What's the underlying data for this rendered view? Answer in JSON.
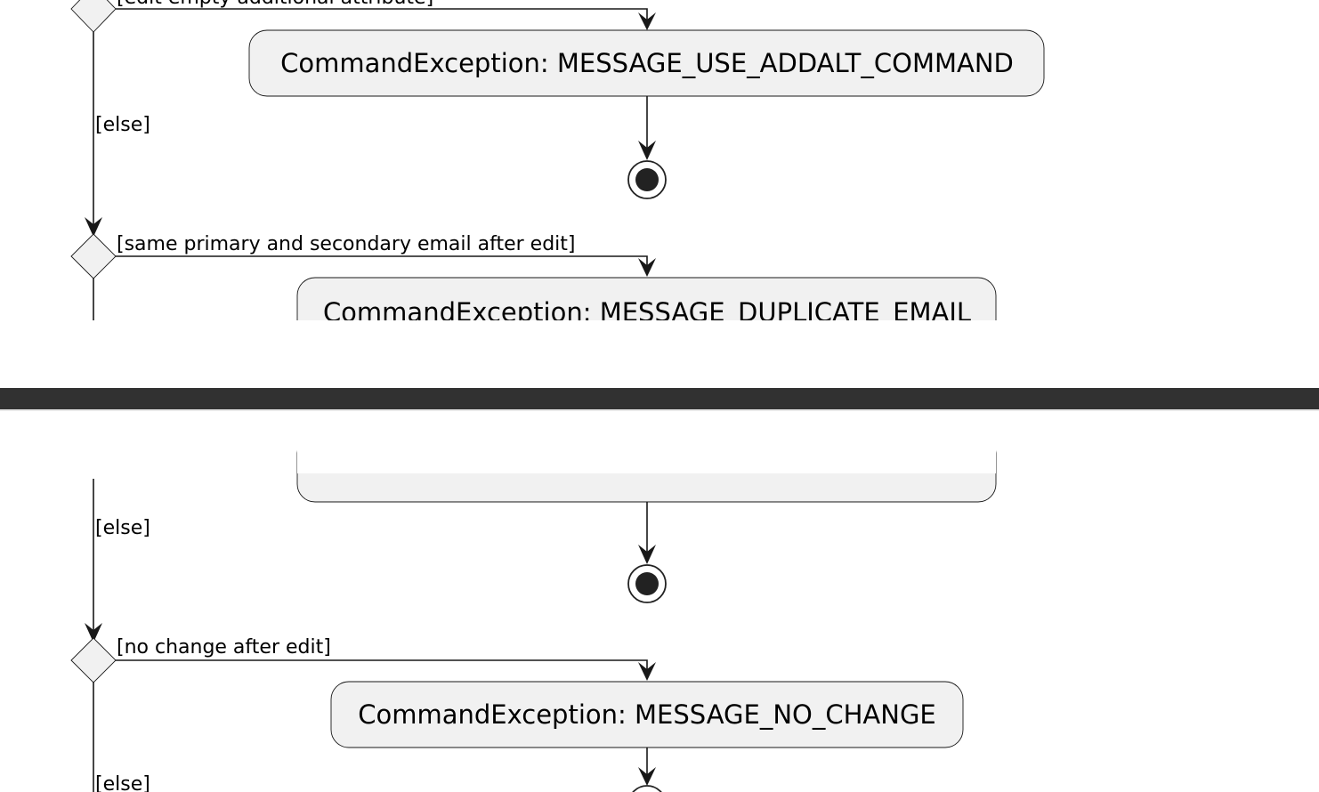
{
  "top_panel": {
    "guard_edit_empty": "[edit empty additional attribute]",
    "action_addalt": "CommandException: MESSAGE_USE_ADDALT_COMMAND",
    "else_1": "[else]",
    "guard_same_email": "[same primary and secondary email after edit]",
    "action_duplicate_email": "CommandException: MESSAGE_DUPLICATE_EMAIL"
  },
  "bottom_panel": {
    "else_2": "[else]",
    "guard_no_change": "[no change after edit]",
    "action_no_change": "CommandException: MESSAGE_NO_CHANGE",
    "else_3": "[else]"
  }
}
